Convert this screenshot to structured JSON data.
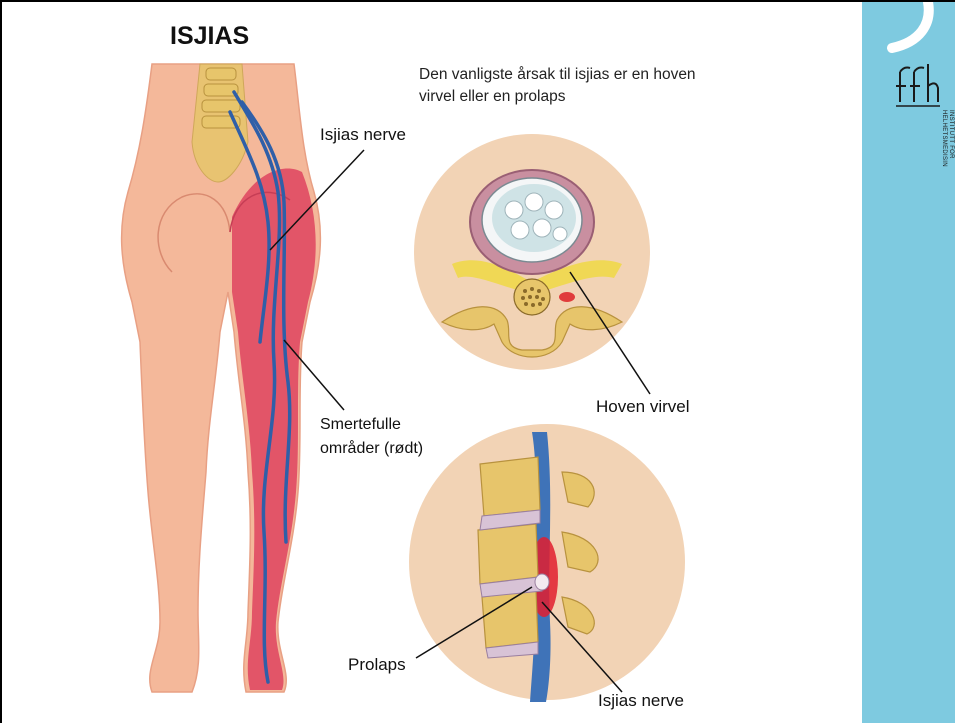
{
  "title": "ISJIAS",
  "subtitle": "Den vanligste årsak til isjias er en hoven virvel eller en prolaps",
  "labels": {
    "sciatic_nerve_top": "Isjias nerve",
    "painful_areas_line1": "Smertefulle",
    "painful_areas_line2": "områder (rødt)",
    "swollen_vertebra": "Hoven virvel",
    "prolapse": "Prolaps",
    "sciatic_nerve_bottom": "Isjias nerve"
  },
  "logo": {
    "mark": "ifh",
    "text": "INSTITUTT FOR\nHELHETSMEDISIN"
  },
  "colors": {
    "side_panel": "#7ecae0",
    "skin": "#f4b89a",
    "pain_red": "#e04a63",
    "nerve_blue": "#2f5fa8",
    "disc_circle": "#f2d3b5",
    "bone": "#e7c56b"
  }
}
